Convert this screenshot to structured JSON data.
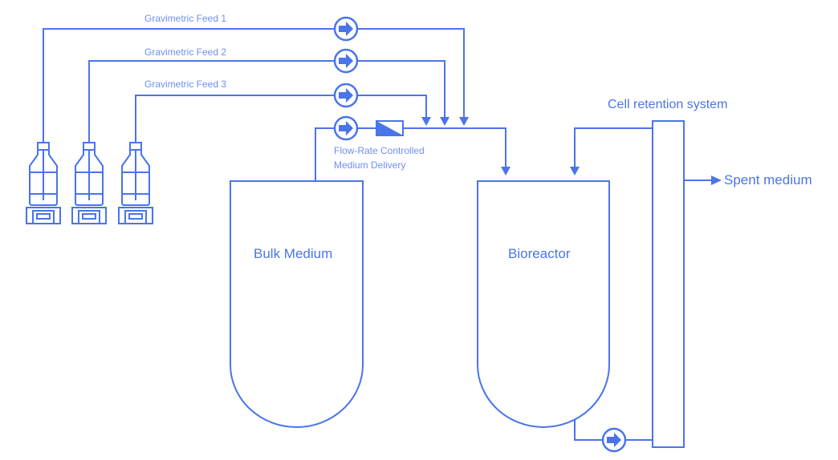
{
  "diagram": {
    "accent_color": "#4a74ea",
    "label_color": "#6e8ff0",
    "feeds": [
      {
        "label": "Gravimetric Feed 1",
        "source": "bottle-1",
        "pump_icon": "pump-icon"
      },
      {
        "label": "Gravimetric Feed 2",
        "source": "bottle-2",
        "pump_icon": "pump-icon"
      },
      {
        "label": "Gravimetric Feed 3",
        "source": "bottle-3",
        "pump_icon": "pump-icon"
      }
    ],
    "medium_delivery": {
      "label_line1": "Flow-Rate Controlled",
      "label_line2": "Medium Delivery",
      "flowmeter_icon": "flow-controller-icon"
    },
    "tanks": {
      "bulk_medium": "Bulk Medium",
      "bioreactor": "Bioreactor"
    },
    "cell_retention": "Cell retention system",
    "output": "Spent medium",
    "icons": [
      "bottle-icon",
      "scale-icon",
      "pump-icon",
      "flow-controller-icon",
      "arrow-down-icon",
      "arrow-right-icon"
    ]
  }
}
